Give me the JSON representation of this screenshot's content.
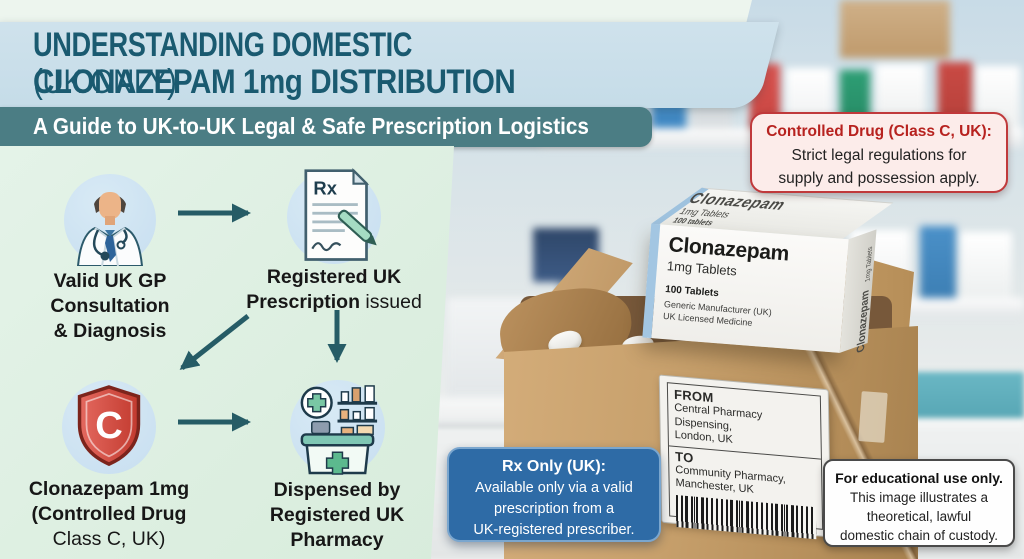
{
  "header": {
    "title_line1": "UNDERSTANDING DOMESTIC",
    "title_line2_strong": "CLONAZEPAM 1mg DISTRIBUTION",
    "title_line2_light": "(UK ONLY)",
    "subtitle": "A Guide to UK-to-UK Legal & Safe Prescription Logistics"
  },
  "flow": {
    "step1": {
      "l1": "Valid UK GP",
      "l2": "Consultation",
      "l3": "& Diagnosis"
    },
    "step2": {
      "rx": "Rx",
      "l1": "Registered UK",
      "l2_bold": "Prescription",
      "l2_rest": "issued"
    },
    "step3": {
      "shield_letter": "C",
      "l1": "Clonazepam 1mg",
      "l2": "(Controlled Drug",
      "l3": "Class C, UK)"
    },
    "step4": {
      "l1": "Dispensed by",
      "l2": "Registered UK",
      "l3": "Pharmacy"
    }
  },
  "callouts": {
    "controlled": {
      "title": "Controlled Drug (Class C, UK):",
      "line1": "Strict legal regulations for",
      "line2": "supply and possession apply."
    },
    "rx_only": {
      "title": "Rx Only (UK):",
      "line1": "Available only via a valid",
      "line2": "prescription from a",
      "line3": "UK-registered prescriber."
    },
    "educational": {
      "title": "For educational use only.",
      "line1": "This image illustrates a",
      "line2": "theoretical, lawful",
      "line3": "domestic chain of custody."
    }
  },
  "medicine_box": {
    "top_name": "Clonazepam",
    "top_strength": "1mg Tablets",
    "top_count": "100 tablets",
    "front_name": "Clonazepam",
    "front_strength": "1mg Tablets",
    "front_count": "100 Tablets",
    "front_manufacturer": "Generic Manufacturer (UK)",
    "front_license": "UK Licensed Medicine",
    "side_name": "Clonazepam",
    "side_strength": "1mg Tablets"
  },
  "shipping_label": {
    "from_label": "FROM",
    "from_line1": "Central Pharmacy",
    "from_line2": "Dispensing,",
    "from_line3": "London, UK",
    "to_label": "TO",
    "to_line1": "Community Pharmacy,",
    "to_line2": "Manchester, UK"
  },
  "colors": {
    "header_bg": "#cbdfe9",
    "title_text": "#1a5a70",
    "subtitle_band": "#4b7d84",
    "panel_mint": "#dff0e4",
    "flow_arrow": "#265c66",
    "icon_circle": "#cde2ee",
    "shield_red": "#cd4338",
    "alert_title_red": "#b7221f",
    "alert_bg": "#fcecea",
    "alert_border": "#c0393b",
    "rx_box_blue": "#2e6ba6",
    "cardboard": "#c59e6a",
    "label_white": "#f3f2ee"
  }
}
